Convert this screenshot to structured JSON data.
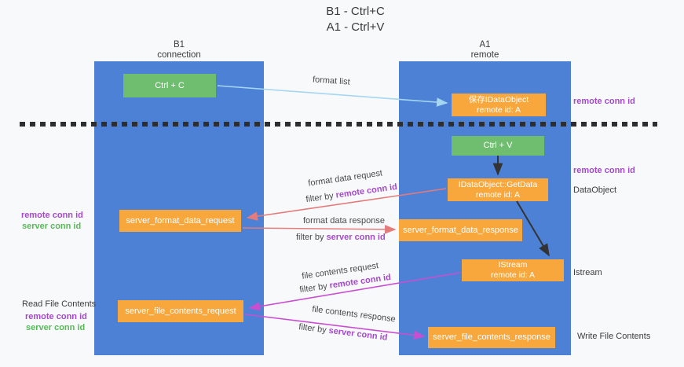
{
  "title": {
    "line1": "B1 - Ctrl+C",
    "line2": "A1 - Ctrl+V"
  },
  "lanes": {
    "left": {
      "name": "B1",
      "role": "connection"
    },
    "right": {
      "name": "A1",
      "role": "remote"
    }
  },
  "nodes": {
    "ctrl_c": {
      "label": "Ctrl + C"
    },
    "save_dataobject": {
      "line1": "保存IDataObject",
      "line2": "remote id: A"
    },
    "ctrl_v": {
      "label": "Ctrl + V"
    },
    "getdata": {
      "line1": "IDataObject::GetData",
      "line2": "remote id: A"
    },
    "format_request": {
      "label": "server_format_data_request"
    },
    "format_response": {
      "label": "server_format_data_response"
    },
    "istream": {
      "line1": "IStream",
      "line2": "remote id: A"
    },
    "file_request": {
      "label": "server_file_contents_request"
    },
    "file_response": {
      "label": "server_file_contents_response"
    }
  },
  "arrow_labels": {
    "format_list": "format list",
    "format_data_request": "format data request",
    "format_data_response": "format data response",
    "file_contents_request": "file contents request",
    "file_contents_response": "file contents response",
    "filter_by": "filter by ",
    "remote_conn_id": "remote conn id",
    "server_conn_id": "server conn id"
  },
  "side_labels": {
    "right_remote_conn_id_top": "remote conn id",
    "right_remote_conn_id_mid": "remote conn id",
    "right_dataobject": "DataObject",
    "right_istream": "Istream",
    "right_write_file": "Write File Contents",
    "left_remote_conn_id_1": "remote conn id",
    "left_server_conn_id_1": "server conn id",
    "left_read_file": "Read File Contents",
    "left_remote_conn_id_2": "remote conn id",
    "left_server_conn_id_2": "server conn id"
  },
  "colors": {
    "lane_blue": "#4d81d6",
    "node_green": "#6fbe70",
    "node_orange": "#f7a73c",
    "remote_id_purple": "#a549cb",
    "server_id_green": "#57b957",
    "arrow_salmon": "#e57a7a",
    "arrow_magenta": "#c94fd0",
    "arrow_lightblue": "#a5d6f2",
    "arrow_dark": "#333333"
  }
}
